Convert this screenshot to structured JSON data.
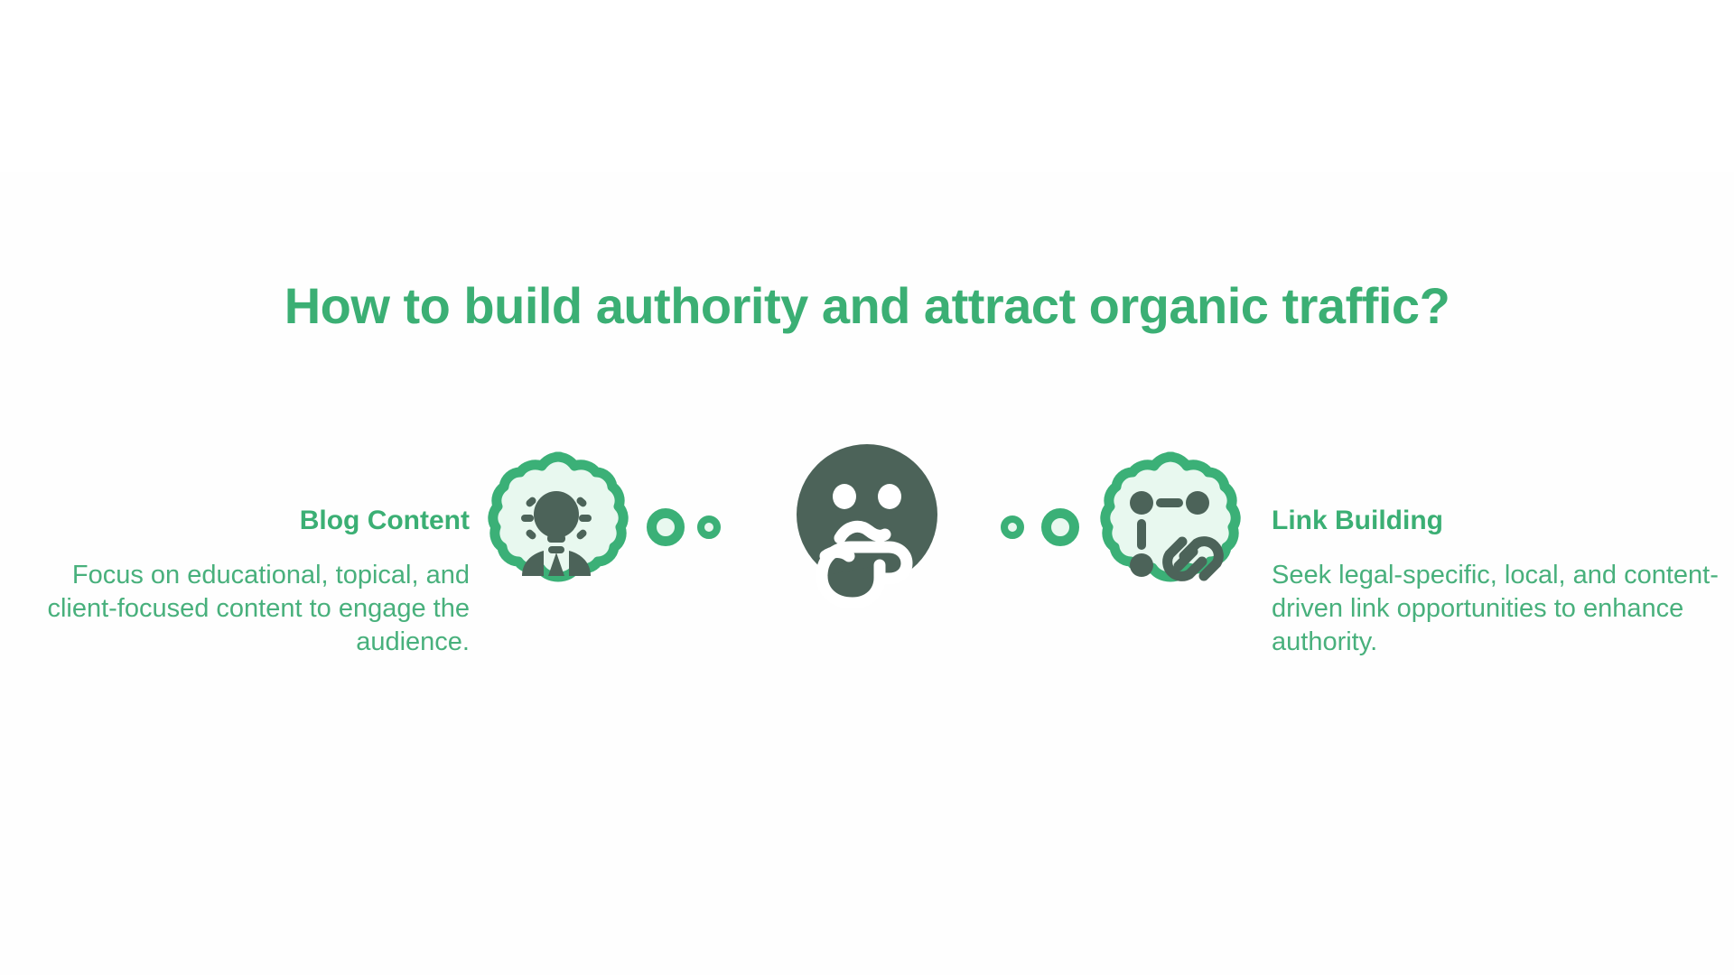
{
  "slide": {
    "title": "How to build authority and attract organic traffic?",
    "background_color": "#ffffff"
  },
  "colors": {
    "accent_green": "#3BAF74",
    "ring_green": "#3BB077",
    "body_green": "#48B07C",
    "cloud_fill": "#E8F8EF",
    "icon_dark": "#4C6359"
  },
  "panels": [
    {
      "heading": "Blog Content",
      "body": "Focus on educational, topical, and client-focused content to engage the audience.",
      "icon_name": "idea-person-cloud-icon",
      "align": "right"
    },
    {
      "heading": "Link Building",
      "body": "Seek legal-specific, local, and content-driven link opportunities to enhance authority.",
      "icon_name": "link-network-cloud-icon",
      "align": "left"
    }
  ],
  "center": {
    "icon_name": "thinking-face-icon"
  },
  "connectors": {
    "left": [
      "big-ring",
      "small-ring"
    ],
    "right": [
      "small-ring",
      "big-ring"
    ]
  }
}
